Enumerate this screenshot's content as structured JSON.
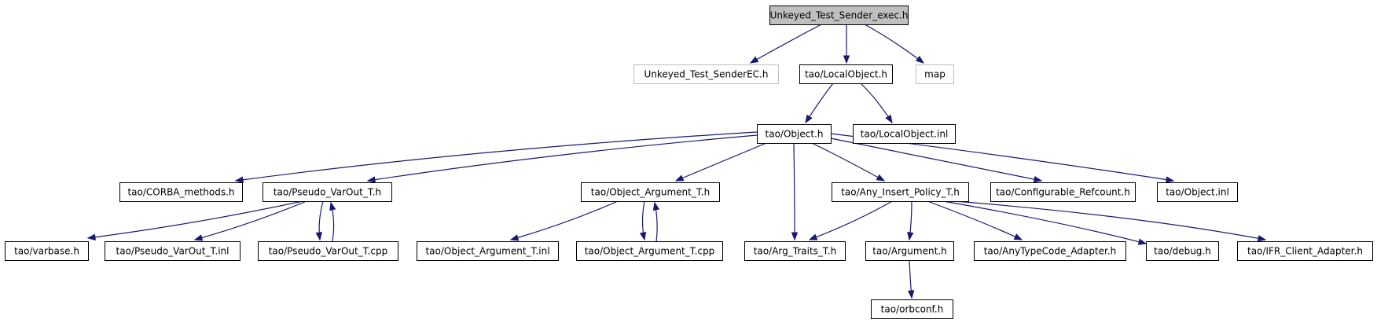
{
  "diagram": {
    "nodes": [
      {
        "id": "n0",
        "label": "Unkeyed_Test_Sender_exec.h",
        "style": "root"
      },
      {
        "id": "n1",
        "label": "Unkeyed_Test_SenderEC.h",
        "style": "ext"
      },
      {
        "id": "n2",
        "label": "tao/LocalObject.h",
        "style": "normal"
      },
      {
        "id": "n3",
        "label": "map",
        "style": "ext"
      },
      {
        "id": "n4",
        "label": "tao/Object.h",
        "style": "normal"
      },
      {
        "id": "n5",
        "label": "tao/LocalObject.inl",
        "style": "normal"
      },
      {
        "id": "n6",
        "label": "tao/CORBA_methods.h",
        "style": "normal"
      },
      {
        "id": "n7",
        "label": "tao/Pseudo_VarOut_T.h",
        "style": "normal"
      },
      {
        "id": "n8",
        "label": "tao/Object_Argument_T.h",
        "style": "normal"
      },
      {
        "id": "n9",
        "label": "tao/Any_Insert_Policy_T.h",
        "style": "normal"
      },
      {
        "id": "n10",
        "label": "tao/Configurable_Refcount.h",
        "style": "normal"
      },
      {
        "id": "n11",
        "label": "tao/Object.inl",
        "style": "normal"
      },
      {
        "id": "n12",
        "label": "tao/varbase.h",
        "style": "normal"
      },
      {
        "id": "n13",
        "label": "tao/Pseudo_VarOut_T.inl",
        "style": "normal"
      },
      {
        "id": "n14",
        "label": "tao/Pseudo_VarOut_T.cpp",
        "style": "normal"
      },
      {
        "id": "n15",
        "label": "tao/Object_Argument_T.inl",
        "style": "normal"
      },
      {
        "id": "n16",
        "label": "tao/Object_Argument_T.cpp",
        "style": "normal"
      },
      {
        "id": "n17",
        "label": "tao/Arg_Traits_T.h",
        "style": "normal"
      },
      {
        "id": "n18",
        "label": "tao/Argument.h",
        "style": "normal"
      },
      {
        "id": "n19",
        "label": "tao/AnyTypeCode_Adapter.h",
        "style": "normal"
      },
      {
        "id": "n20",
        "label": "tao/debug.h",
        "style": "normal"
      },
      {
        "id": "n21",
        "label": "tao/IFR_Client_Adapter.h",
        "style": "normal"
      },
      {
        "id": "n22",
        "label": "tao/orbconf.h",
        "style": "normal"
      }
    ],
    "edges": [
      {
        "from": "n0",
        "to": "n1"
      },
      {
        "from": "n0",
        "to": "n2"
      },
      {
        "from": "n0",
        "to": "n3"
      },
      {
        "from": "n2",
        "to": "n4"
      },
      {
        "from": "n2",
        "to": "n5"
      },
      {
        "from": "n4",
        "to": "n6"
      },
      {
        "from": "n4",
        "to": "n7"
      },
      {
        "from": "n4",
        "to": "n8"
      },
      {
        "from": "n4",
        "to": "n17"
      },
      {
        "from": "n4",
        "to": "n9"
      },
      {
        "from": "n4",
        "to": "n10"
      },
      {
        "from": "n4",
        "to": "n11"
      },
      {
        "from": "n7",
        "to": "n12"
      },
      {
        "from": "n7",
        "to": "n13"
      },
      {
        "from": "n7",
        "to": "n14"
      },
      {
        "from": "n14",
        "to": "n7"
      },
      {
        "from": "n8",
        "to": "n15"
      },
      {
        "from": "n8",
        "to": "n16"
      },
      {
        "from": "n16",
        "to": "n8"
      },
      {
        "from": "n9",
        "to": "n17"
      },
      {
        "from": "n9",
        "to": "n18"
      },
      {
        "from": "n9",
        "to": "n19"
      },
      {
        "from": "n9",
        "to": "n20"
      },
      {
        "from": "n9",
        "to": "n21"
      },
      {
        "from": "n18",
        "to": "n22"
      }
    ]
  }
}
